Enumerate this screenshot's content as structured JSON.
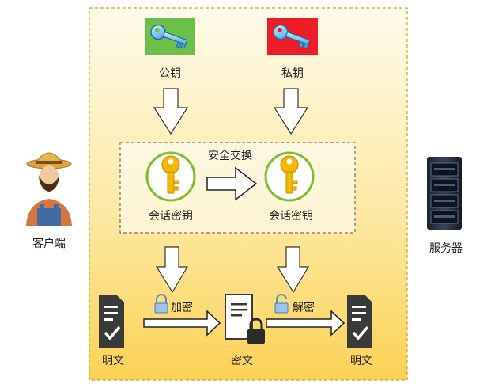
{
  "diagram": {
    "public_key_label": "公钥",
    "private_key_label": "私钥",
    "secure_exchange_label": "安全交换",
    "session_key_left_label": "会话密钥",
    "session_key_right_label": "会话密钥",
    "client_label": "客户端",
    "server_label": "服务器",
    "encrypt_label": "加密",
    "decrypt_label": "解密",
    "plaintext_left_label": "明文",
    "ciphertext_label": "密文",
    "plaintext_right_label": "明文"
  },
  "colors": {
    "panel_top": "#fffbe9",
    "panel_bottom": "#fcd45a",
    "panel_border": "#d4a017",
    "public_key_bg": "#6cc04a",
    "private_key_bg": "#ee1c24",
    "session_ring": "#7cbf2e",
    "gold_key": "#f5b800",
    "doc_dark": "#3a3a3a",
    "arrow_fill": "#ffffff",
    "arrow_stroke": "#222222"
  },
  "icons": {
    "public_key": "key-icon",
    "private_key": "key-icon",
    "session_key": "gold-key-icon",
    "client": "farmer-avatar-icon",
    "server": "server-rack-icon",
    "document": "document-check-icon",
    "ciphertext": "locked-document-icon",
    "lock": "padlock-icon"
  }
}
